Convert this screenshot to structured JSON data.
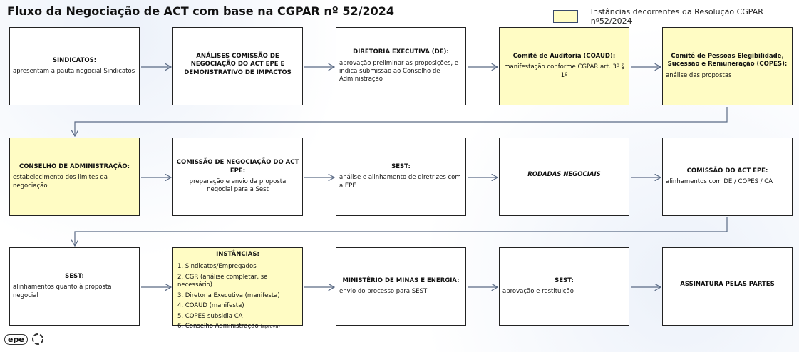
{
  "title": "Fluxo da Negociação de ACT com base na CGPAR nº 52/2024",
  "legend": {
    "label": "Instâncias decorrentes da Resolução CGPAR nº52/2024",
    "color": "#fffcc4"
  },
  "rows": [
    [
      {
        "heading": "SINDICATOS:",
        "text": "apresentam a pauta negocial Sindicatos",
        "highlight": false
      },
      {
        "heading": "ANÁLISES COMISSÃO DE NEGOCIAÇÃO DO ACT EPE E DEMONSTRATIVO DE IMPACTOS",
        "text": "",
        "highlight": false
      },
      {
        "heading": "DIRETORIA EXECUTIVA (DE):",
        "text": "aprovação preliminar as proposições, e indica submissão ao Conselho de Administração",
        "highlight": false
      },
      {
        "heading": "Comitê de Auditoria (COAUD):",
        "text": "manifestação conforme CGPAR art. 3º § 1º",
        "highlight": true
      },
      {
        "heading": "Comitê de Pessoas Elegibilidade, Sucessão e Remuneração (COPES):",
        "text": "análise das propostas",
        "highlight": true
      }
    ],
    [
      {
        "heading": "CONSELHO DE ADMINISTRAÇÃO:",
        "text": "estabelecimento dos limites da negociação",
        "highlight": true
      },
      {
        "heading": "COMISSÃO DE NEGOCIAÇÃO DO ACT EPE:",
        "text": "preparação e envio da proposta negocial para a Sest",
        "highlight": false
      },
      {
        "heading": "SEST:",
        "text": "análise e alinhamento de diretrizes com a EPE",
        "highlight": false
      },
      {
        "heading": "RODADAS NEGOCIAIS",
        "text": "",
        "highlight": false
      },
      {
        "heading": "COMISSÃO DO ACT EPE:",
        "text": "alinhamentos com DE / COPES / CA",
        "highlight": false
      }
    ],
    [
      {
        "heading": "SEST:",
        "text": "alinhamentos quanto à proposta negocial",
        "highlight": false
      },
      {
        "heading": "INSTÂNCIAS:",
        "items": [
          "1. Sindicatos/Empregados",
          "2. CGR (análise completar, se necessário)",
          "3. Diretoria Executiva (manifesta)",
          "4. COAUD (manifesta)",
          "5. COPES subsidia CA",
          "6. Conselho Administração"
        ],
        "last_note": "(aprova)",
        "highlight": true
      },
      {
        "heading": "MINISTÉRIO DE MINAS E ENERGIA:",
        "text": "envio do processo para SEST",
        "highlight": false
      },
      {
        "heading": "SEST:",
        "text": "aprovação e restituição",
        "highlight": false
      },
      {
        "heading": "ASSINATURA PELAS PARTES",
        "text": "",
        "highlight": false
      }
    ]
  ],
  "logo": {
    "text": "epe"
  }
}
